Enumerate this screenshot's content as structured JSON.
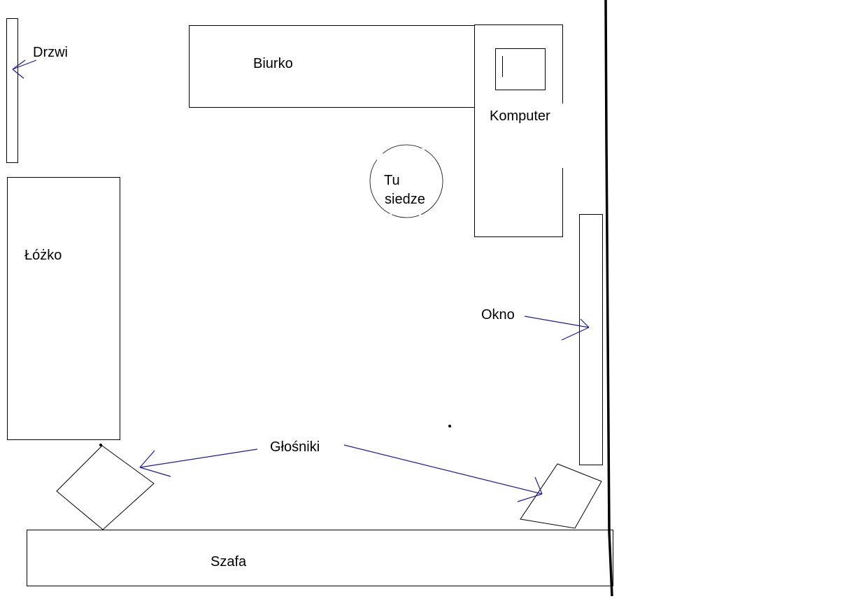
{
  "labels": {
    "door": "Drzwi",
    "desk": "Biurko",
    "computer": "Komputer",
    "seat_line1": "Tu",
    "seat_line2": "siedze",
    "bed": "Łóżko",
    "window": "Okno",
    "speakers": "Głośniki",
    "wardrobe": "Szafa"
  },
  "colors": {
    "outline": "#000000",
    "arrow": "#1a1aa6",
    "background": "#ffffff"
  }
}
